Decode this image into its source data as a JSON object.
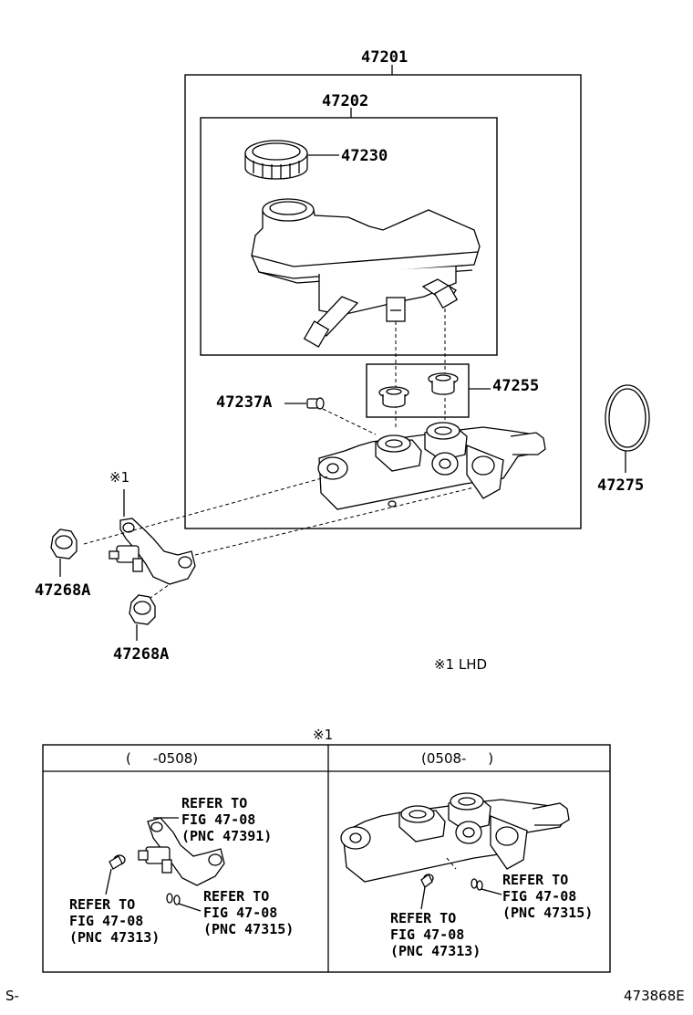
{
  "parts": {
    "master_cylinder_assy": "47201",
    "reservoir_sub_assy": "47202",
    "reservoir_cap": "47230",
    "grommet": "47255",
    "plug": "47237A",
    "o_ring": "47275",
    "nut_left": "47268A",
    "nut_bottom": "47268A"
  },
  "notes": {
    "mark_1": "※1",
    "lhd_note": "※1  LHD",
    "table_mark": "※1"
  },
  "table": {
    "col_left_header": "(     -0508)",
    "col_right_header": "(0508-     )",
    "left_refs": [
      {
        "l1": "REFER TO",
        "l2": "FIG 47-08",
        "l3": "(PNC 47391)"
      },
      {
        "l1": "REFER TO",
        "l2": "FIG 47-08",
        "l3": "(PNC 47313)"
      },
      {
        "l1": "REFER TO",
        "l2": "FIG 47-08",
        "l3": "(PNC 47315)"
      }
    ],
    "right_refs": [
      {
        "l1": "REFER TO",
        "l2": "FIG 47-08",
        "l3": "(PNC 47315)"
      },
      {
        "l1": "REFER TO",
        "l2": "FIG 47-08",
        "l3": "(PNC 47313)"
      }
    ]
  },
  "footer": {
    "left": "S-",
    "right": "473868E"
  }
}
